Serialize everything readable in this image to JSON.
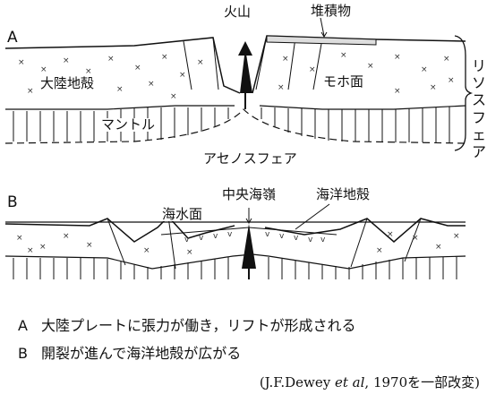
{
  "panel_a": {
    "letter": "A",
    "labels": {
      "volcano": "火山",
      "sediment": "堆積物",
      "continental_crust": "大陸地殻",
      "moho": "モホ面",
      "mantle": "マントル",
      "asthenosphere": "アセノスフェア",
      "lithosphere": "リソスフェア"
    }
  },
  "panel_b": {
    "letter": "B",
    "labels": {
      "ridge": "中央海嶺",
      "oceanic_crust": "海洋地殻",
      "sea_level": "海水面"
    }
  },
  "caption": {
    "a_key": "A",
    "a_text": "大陸プレートに張力が働き，リフトが形成される",
    "b_key": "B",
    "b_text": "開裂が進んで海洋地殻が広がる"
  },
  "citation": {
    "open": "(J.F.Dewey ",
    "etal": "et al",
    "close": ", 1970を一部改変)"
  }
}
